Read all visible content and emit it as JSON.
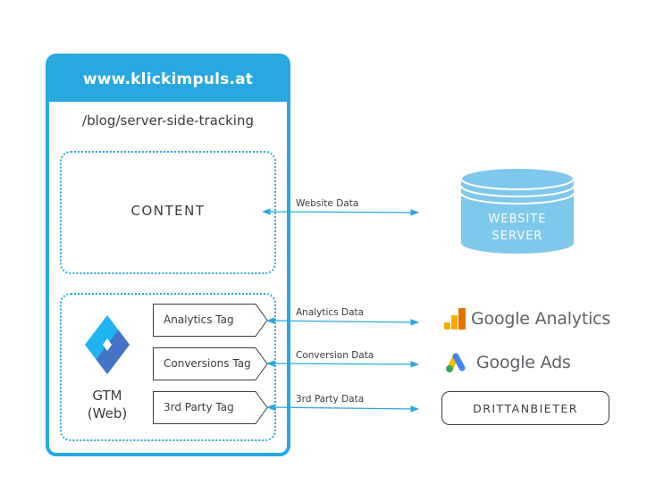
{
  "website": {
    "domain": "www.klickimpuls.at",
    "path": "/blog/server-side-tracking",
    "content_label": "CONTENT",
    "gtm": {
      "icon": "google-tag-manager-icon",
      "label_line1": "GTM",
      "label_line2": "(Web)"
    },
    "tags": [
      {
        "label": "Analytics Tag"
      },
      {
        "label": "Conversions Tag"
      },
      {
        "label": "3rd Party Tag"
      }
    ]
  },
  "flows": [
    {
      "label": "Website Data",
      "direction": "bidirectional",
      "from": "CONTENT",
      "to": "WEBSITE SERVER"
    },
    {
      "label": "Analytics Data",
      "direction": "bidirectional",
      "from": "Analytics Tag",
      "to": "Google Analytics"
    },
    {
      "label": "Conversion Data",
      "direction": "bidirectional",
      "from": "Conversions Tag",
      "to": "Google Ads"
    },
    {
      "label": "3rd Party Data",
      "direction": "bidirectional",
      "from": "3rd Party Tag",
      "to": "DRITTANBIETER"
    }
  ],
  "targets": {
    "server": {
      "line1": "WEBSITE",
      "line2": "SERVER",
      "icon": "database-icon"
    },
    "google_analytics": {
      "name": "Google Analytics",
      "icon": "google-analytics-icon"
    },
    "google_ads": {
      "name": "Google Ads",
      "icon": "google-ads-icon"
    },
    "third_party": {
      "label": "DRITTANBIETER"
    }
  },
  "colors": {
    "accent": "#29a8e0",
    "server_fill": "#7ec8ec",
    "text": "#3c3c3c",
    "gtm_light": "#1fb4f0",
    "gtm_dark": "#4374c6"
  }
}
